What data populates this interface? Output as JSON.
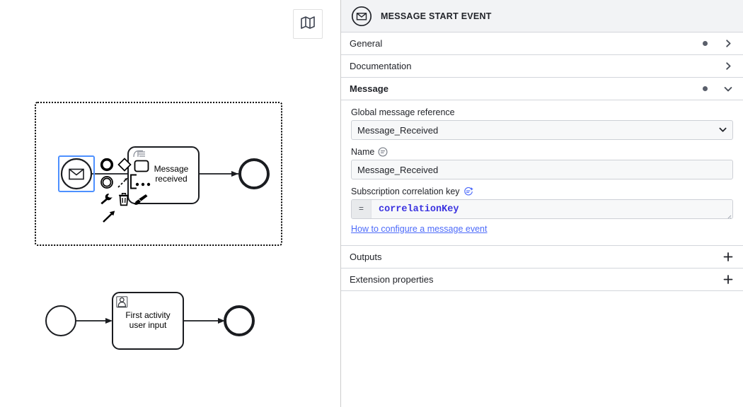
{
  "canvas": {
    "minimap_button": {
      "icon": "map-icon",
      "title": "Toggle minimap"
    },
    "diagram": {
      "pool_frame": {
        "style": "dotted"
      },
      "selected_element": {
        "type": "message-start-event",
        "id": "message-start-event"
      },
      "elements": [
        {
          "name": "Message start event",
          "type": "message-start-event",
          "label": ""
        },
        {
          "name": "Message received task",
          "type": "task",
          "label": "Message\nreceived"
        },
        {
          "name": "End event",
          "type": "end-event",
          "label": ""
        },
        {
          "name": "Start event",
          "type": "start-event",
          "label": ""
        },
        {
          "name": "First activity user task",
          "type": "user-task",
          "label": "First activity\nuser input"
        },
        {
          "name": "End event 2",
          "type": "end-event",
          "label": ""
        }
      ],
      "labels": {
        "message_received": "Message\nreceived",
        "first_activity": "First activity\nuser input"
      }
    },
    "context_pad": {
      "items": [
        {
          "name": "append-end-event",
          "icon": "end-event-icon"
        },
        {
          "name": "append-gateway",
          "icon": "gateway-icon"
        },
        {
          "name": "append-task",
          "icon": "task-icon"
        },
        {
          "name": "append-intermediate-event",
          "icon": "intermediate-event-icon"
        },
        {
          "name": "connect",
          "icon": "connect-icon"
        },
        {
          "name": "append-subprocess",
          "icon": "subprocess-icon"
        },
        {
          "name": "more-options",
          "icon": "ellipsis-icon"
        },
        {
          "name": "replace",
          "icon": "wrench-icon"
        },
        {
          "name": "delete",
          "icon": "trash-icon"
        },
        {
          "name": "set-color",
          "icon": "paintbrush-icon"
        },
        {
          "name": "cursor",
          "icon": "cursor-arrow-icon"
        }
      ]
    }
  },
  "panel": {
    "header": {
      "title": "MESSAGE START EVENT",
      "icon": "message-start-event-icon"
    },
    "groups": [
      {
        "id": "general",
        "label": "General",
        "has_dot": true,
        "state": "collapsed",
        "toggle_icon": "chevron-right-icon"
      },
      {
        "id": "documentation",
        "label": "Documentation",
        "has_dot": false,
        "state": "collapsed",
        "toggle_icon": "chevron-right-icon"
      },
      {
        "id": "message",
        "label": "Message",
        "has_dot": true,
        "state": "expanded",
        "toggle_icon": "chevron-down-icon"
      }
    ],
    "message_group": {
      "global_message_reference": {
        "label": "Global message reference",
        "value": "Message_Received",
        "options": [
          "Message_Received"
        ],
        "chevron": "chevron-down-icon"
      },
      "name": {
        "label": "Name",
        "value": "Message_Received",
        "placeholder": "",
        "feel_icon": "feel-disabled-icon"
      },
      "subscription_correlation_key": {
        "label": "Subscription correlation key",
        "prefix": "=",
        "value": "correlationKey",
        "feel_icon": "feel-required-icon"
      },
      "help_link": "How to configure a message event"
    },
    "footer_groups": [
      {
        "id": "outputs",
        "label": "Outputs",
        "action_icon": "plus-icon"
      },
      {
        "id": "extension-properties",
        "label": "Extension properties",
        "action_icon": "plus-icon"
      }
    ]
  },
  "colors": {
    "accent_blue": "#4d90ff",
    "link_blue": "#4d6bfa",
    "feel_purple": "#3b33e0",
    "header_bg": "#f2f3f5",
    "border": "#d3d6db",
    "input_bg": "#f7f8f9",
    "text": "#22242a"
  }
}
